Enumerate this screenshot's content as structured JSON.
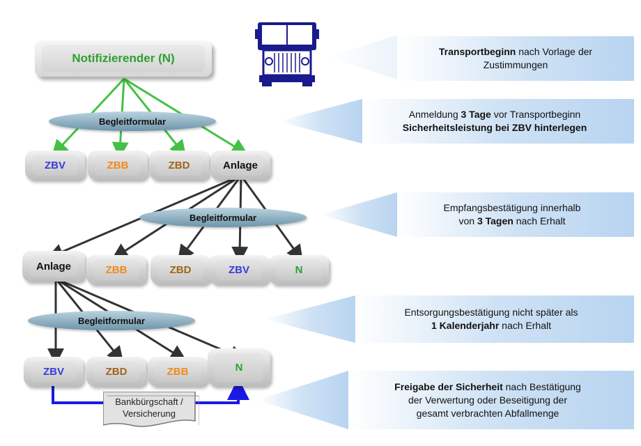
{
  "diagram": {
    "notifier": "Notifizierender  (N)",
    "forms": {
      "level1": "Begleitformular",
      "level2": "Begleitformular",
      "level3": "Begleitformular"
    },
    "row1": [
      {
        "label": "ZBV",
        "color": "#3a3ad8"
      },
      {
        "label": "ZBB",
        "color": "#f08a1a"
      },
      {
        "label": "ZBD",
        "color": "#a0651a"
      },
      {
        "label": "Anlage",
        "color": "#111111"
      }
    ],
    "row2": [
      {
        "label": "Anlage",
        "color": "#111111"
      },
      {
        "label": "ZBB",
        "color": "#f08a1a"
      },
      {
        "label": "ZBD",
        "color": "#a0651a"
      },
      {
        "label": "ZBV",
        "color": "#3a3ad8"
      },
      {
        "label": "N",
        "color": "#2ea02e"
      }
    ],
    "row3": [
      {
        "label": "ZBV",
        "color": "#3a3ad8"
      },
      {
        "label": "ZBD",
        "color": "#a0651a"
      },
      {
        "label": "ZBB",
        "color": "#f08a1a"
      },
      {
        "label": "N",
        "color": "#2ea02e"
      }
    ],
    "guarantee": {
      "line1": "Bankbürgschaft /",
      "line2": "Versicherung"
    },
    "colors": {
      "green_lines": "#44c144",
      "dark_lines": "#333333",
      "blue_link": "#1a1ae6"
    }
  },
  "callouts": [
    {
      "l1_bold": "Transportbeginn",
      "l1_rest": " nach Vorlage der",
      "l2": "Zustimmungen"
    },
    {
      "l1_pre": "Anmeldung ",
      "l1_bold": "3 Tage",
      "l1_rest": " vor Transportbeginn",
      "l2_bold": "Sicherheitsleistung bei ZBV  hinterlegen"
    },
    {
      "l1": "Empfangsbestätigung innerhalb",
      "l2_pre": "von ",
      "l2_bold": "3 Tagen",
      "l2_rest": " nach Erhalt"
    },
    {
      "l1": "Entsorgungsbestätigung nicht später als",
      "l2_bold": "1 Kalenderjahr",
      "l2_rest": " nach Erhalt"
    },
    {
      "l1_bold": "Freigabe der Sicherheit",
      "l1_rest": " nach Bestätigung",
      "l2": "der Verwertung oder Beseitigung der",
      "l3": "gesamt verbrachten Abfallmenge"
    }
  ],
  "icons": {
    "truck": "truck-icon"
  }
}
